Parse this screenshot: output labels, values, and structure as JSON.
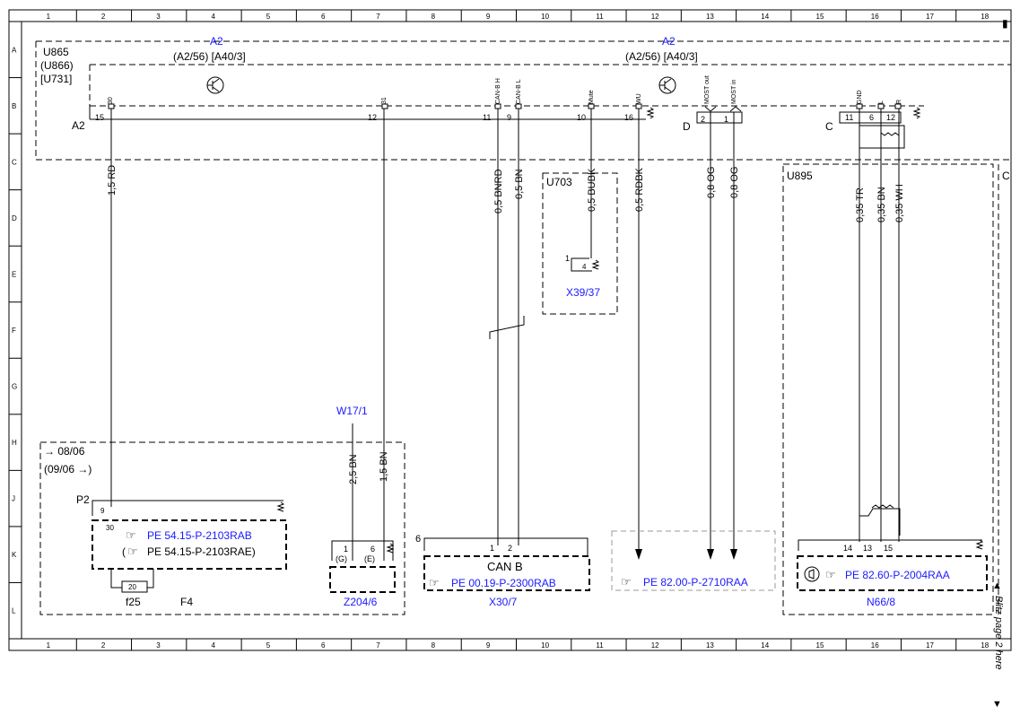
{
  "grid": {
    "columns": [
      "1",
      "2",
      "3",
      "4",
      "5",
      "6",
      "7",
      "8",
      "9",
      "10",
      "11",
      "12",
      "13",
      "14",
      "15",
      "16",
      "17",
      "18"
    ],
    "rows": [
      "A",
      "B",
      "C",
      "D",
      "E",
      "F",
      "G",
      "H",
      "J",
      "K",
      "L"
    ]
  },
  "module_a2": {
    "ids": [
      "U865",
      "(U866)",
      "[U731]"
    ],
    "name": "A2",
    "ref_left": "A2",
    "ref_right": "A2",
    "variants_left": "(A2/56)  [A40/3]",
    "variants_right": "(A2/56)  [A40/3]",
    "pin_labels": [
      "30",
      "31",
      "CAN-B H",
      "CAN-B L",
      "Mute",
      "WU",
      "MOST out",
      "MOST in",
      "GND",
      "L",
      "R"
    ],
    "pin_numbers": [
      "15",
      "12",
      "11",
      "9",
      "10",
      "16",
      "2",
      "1",
      "11",
      "6",
      "12"
    ],
    "connector_d": "D",
    "connector_c": "C"
  },
  "wires": [
    {
      "label": "1,5 RD"
    },
    {
      "label": "1,5 BN"
    },
    {
      "label": "0,5 BNRD"
    },
    {
      "label": "0,5 BN"
    },
    {
      "label": "0,5 BUBK"
    },
    {
      "label": "0,5 RDBK"
    },
    {
      "label": "0,8 OG"
    },
    {
      "label": "0,8 OG"
    },
    {
      "label": "0,35 TR"
    },
    {
      "label": "0,35 BN"
    },
    {
      "label": "0,35 WH"
    },
    {
      "label": "2,5 BN"
    }
  ],
  "u703": {
    "id": "U703",
    "pin": "1",
    "pin_inner": "4",
    "connector": "X39/37"
  },
  "u895": {
    "id": "U895",
    "pins": [
      "14",
      "13",
      "15"
    ],
    "ref": "PE 82.60-P-2004RAA",
    "component": "N66/8"
  },
  "f4": {
    "date_from": "→ 08/06",
    "date_to": "(09/06 →)",
    "p2": "P2",
    "pin_9": "9",
    "pin_30": "30",
    "ref1": "PE 54.15-P-2103RAB",
    "ref2": "PE 54.15-P-2103RAE)",
    "ref2_open": "(",
    "fuse_value": "20",
    "fuse": "f25",
    "component": "F4"
  },
  "w17": {
    "ground": "W17/1"
  },
  "z204": {
    "pin1": "1",
    "pin1_sub": "(G)",
    "pin6": "6",
    "pin6_sub": "(E)",
    "component": "Z204/6"
  },
  "x30": {
    "wire_num": "6",
    "pin1": "1",
    "pin2": "2",
    "bus": "CAN B",
    "ref": "PE 00.19-P-2300RAB",
    "component": "X30/7"
  },
  "most_box": {
    "ref": "PE 82.00-P-2710RAA"
  },
  "right_edge": {
    "letter": "C",
    "note": "Blitz page 2 here"
  },
  "colors": {
    "link": "#1a1aff",
    "line": "#000000",
    "dashed_box": "#999999"
  },
  "icons": [
    "transistor-icon",
    "pointing-hand-icon",
    "speaker-icon",
    "resistor-icon",
    "arrow-icon"
  ]
}
